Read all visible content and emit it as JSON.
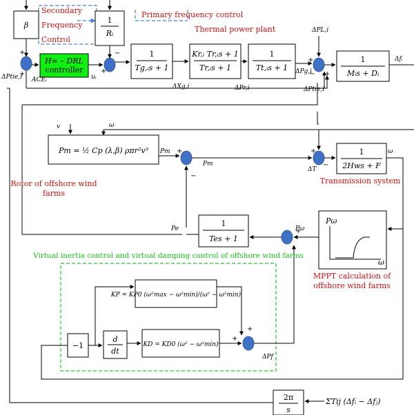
{
  "blocks": {
    "beta": "β",
    "droop_num": "1",
    "droop_den": "Rᵢ",
    "controller_line1": "H∞ – DRL",
    "controller_line2": "controller",
    "governor_num": "1",
    "governor_den": "Tg,ᵢs + 1",
    "reheat_num": "Kr,ᵢ Tr,ᵢs + 1",
    "reheat_den": "Tr,ᵢs + 1",
    "turbine_num": "1",
    "turbine_den": "Tt,ᵢs + 1",
    "power_num": "1",
    "power_den": "Mᵢs + Dᵢ",
    "rotor_eq": "Pm = ½ Cp (λ,β) ρπr²v³",
    "transmission_num": "1",
    "transmission_den": "2Hws + F",
    "mppt_y": "Pω",
    "mppt_x": "ω",
    "pe_num": "1",
    "pe_den": "Tes + 1",
    "neg_one": "−1",
    "deriv_num": "d",
    "deriv_den": "dt",
    "kp_eq": "KP = KP0 (ω²max − ω²min)/(ω² − ω²min)",
    "kd_eq": "KD = KD0 (ω² − ω²min)",
    "tie_num": "2π",
    "tie_den": "s"
  },
  "labels": {
    "secondary_1": "Secondary",
    "secondary_2": "Frequency",
    "secondary_3": "Control",
    "primary": "Primary frequency control",
    "thermal": "Thermal power plant",
    "rotor_1": "Rotor of offshore wind",
    "rotor_2": "farms",
    "transmission": "Transmission system",
    "mppt_1": "MPPT calculation of",
    "mppt_2": "offshore wind farms",
    "virtual_inertia": "Virtual inertia control and virtual damping control of offshore wind farms"
  },
  "signals": {
    "dptie_left": "ΔPtie,i",
    "ace": "ACEᵢ",
    "ui": "uᵢ",
    "dxg": "ΔXg,i",
    "dpr": "ΔPr,i",
    "dpg": "ΔPg,i",
    "dptie_right": "ΔPtie,i",
    "dpl": "ΔPL,i",
    "dfi": "Δfᵢ",
    "v": "v",
    "omega_top": "ω",
    "pm_out": "Pm",
    "pm_in": "Pm",
    "dt": "ΔT",
    "omega_right": "ω",
    "pe": "Pe",
    "pw": "Pω",
    "df": "ΔPf",
    "tie_sum": "ΣTij (Δfᵢ − Δfⱼ)"
  },
  "signs": {
    "ace_top": "+",
    "ace_bottom": "+",
    "ctrl_left": "+",
    "ctrl_top": "−",
    "power_left": "+",
    "power_bottom_left": "−",
    "power_bottom": "+",
    "pm_left": "+",
    "pm_bottom": "−",
    "trans_left": "+",
    "trans_bottom": "−",
    "pe_right": "+",
    "df_top": "+",
    "df_left": "+"
  }
}
